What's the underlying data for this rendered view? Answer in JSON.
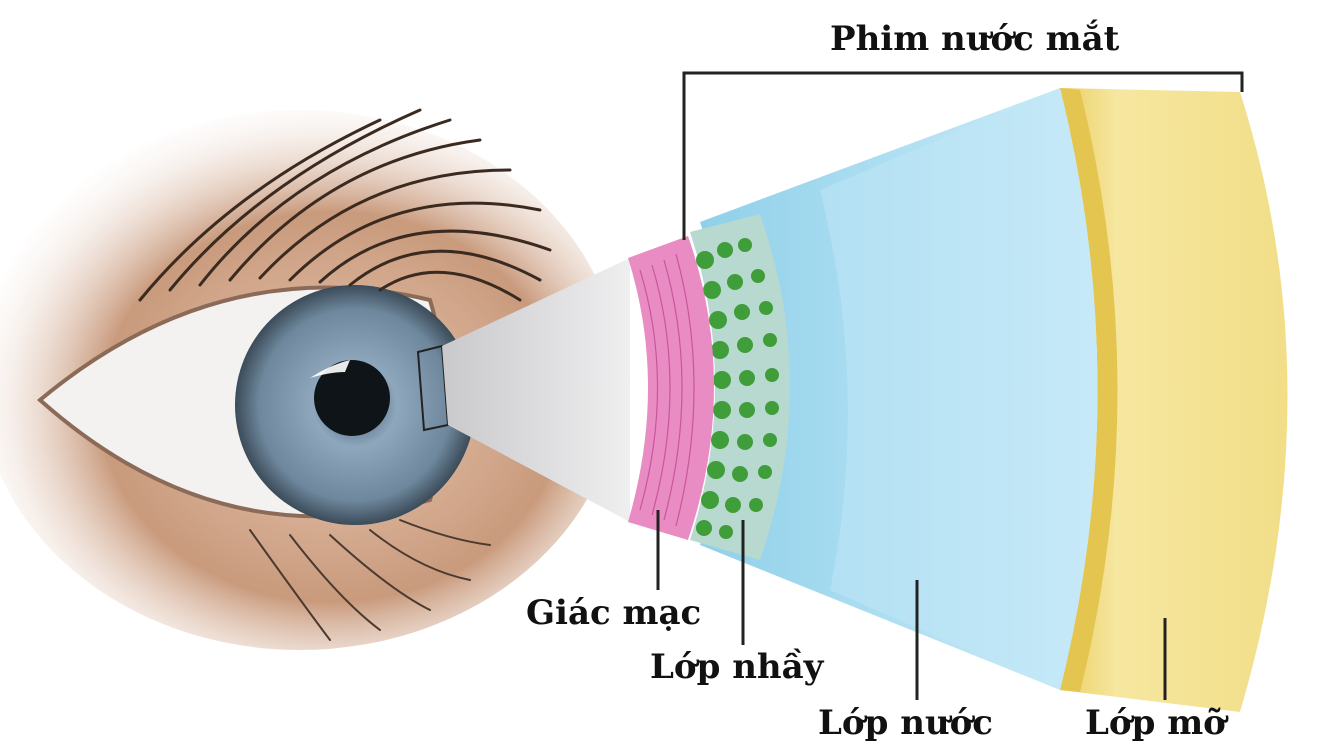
{
  "labels": {
    "tear_film": "Phim nước mắt",
    "cornea": "Giác mạc",
    "mucus_layer": "Lớp nhầy",
    "water_layer": "Lớp nước",
    "lipid_layer": "Lớp mỡ"
  },
  "colors": {
    "cornea": "#e98cc4",
    "mucus": "#3f9d3a",
    "water": "#a9dcf2",
    "lipid": "#f3e08a",
    "iris": "#7d97ad",
    "skin": "#c69476",
    "lash": "#3a2a20"
  }
}
